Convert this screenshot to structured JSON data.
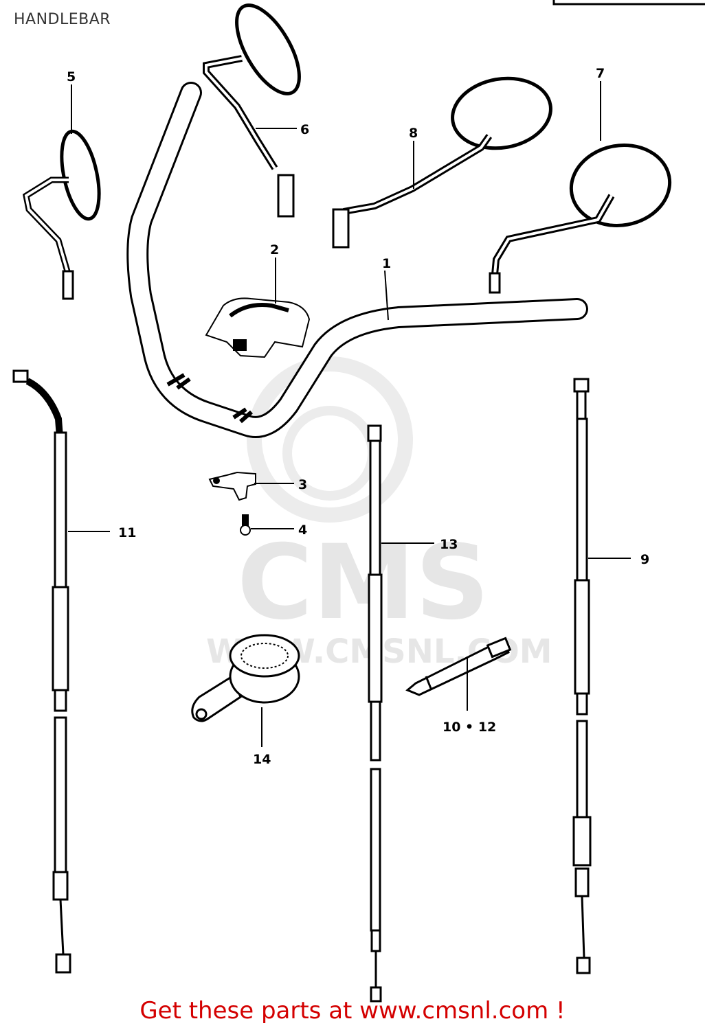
{
  "diagram": {
    "title": "HANDLEBAR",
    "callouts": [
      {
        "id": "c1",
        "label": "1"
      },
      {
        "id": "c2",
        "label": "2"
      },
      {
        "id": "c3",
        "label": "3"
      },
      {
        "id": "c4",
        "label": "4"
      },
      {
        "id": "c5",
        "label": "5"
      },
      {
        "id": "c6",
        "label": "6"
      },
      {
        "id": "c7",
        "label": "7"
      },
      {
        "id": "c8",
        "label": "8"
      },
      {
        "id": "c9",
        "label": "9"
      },
      {
        "id": "c10",
        "label": "10 • 12"
      },
      {
        "id": "c11",
        "label": "11"
      },
      {
        "id": "c13",
        "label": "13"
      },
      {
        "id": "c14",
        "label": "14"
      }
    ]
  },
  "watermark": {
    "logo_text": "CMS",
    "url_text": "WWW.CMSNL.COM"
  },
  "footer": {
    "cta": "Get these parts at www.cmsnl.com !"
  },
  "colors": {
    "ink": "#000000",
    "watermark": "#e6e6e6",
    "cta": "#d40000"
  }
}
